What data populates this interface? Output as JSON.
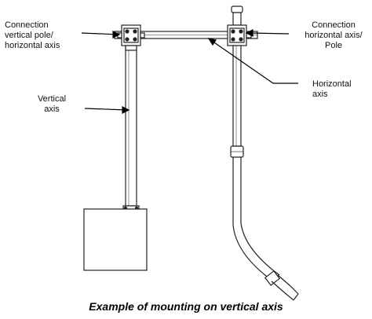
{
  "labels": {
    "connection_left": [
      "Connection",
      "vertical pole/",
      "horizontal axis"
    ],
    "connection_right": [
      "Connection",
      "horizontal axis/",
      "Pole"
    ],
    "horizontal_axis": [
      "Horizontal",
      "axis"
    ],
    "vertical_axis": [
      "Vertical",
      "axis"
    ]
  },
  "caption": "Example of mounting on vertical axis"
}
